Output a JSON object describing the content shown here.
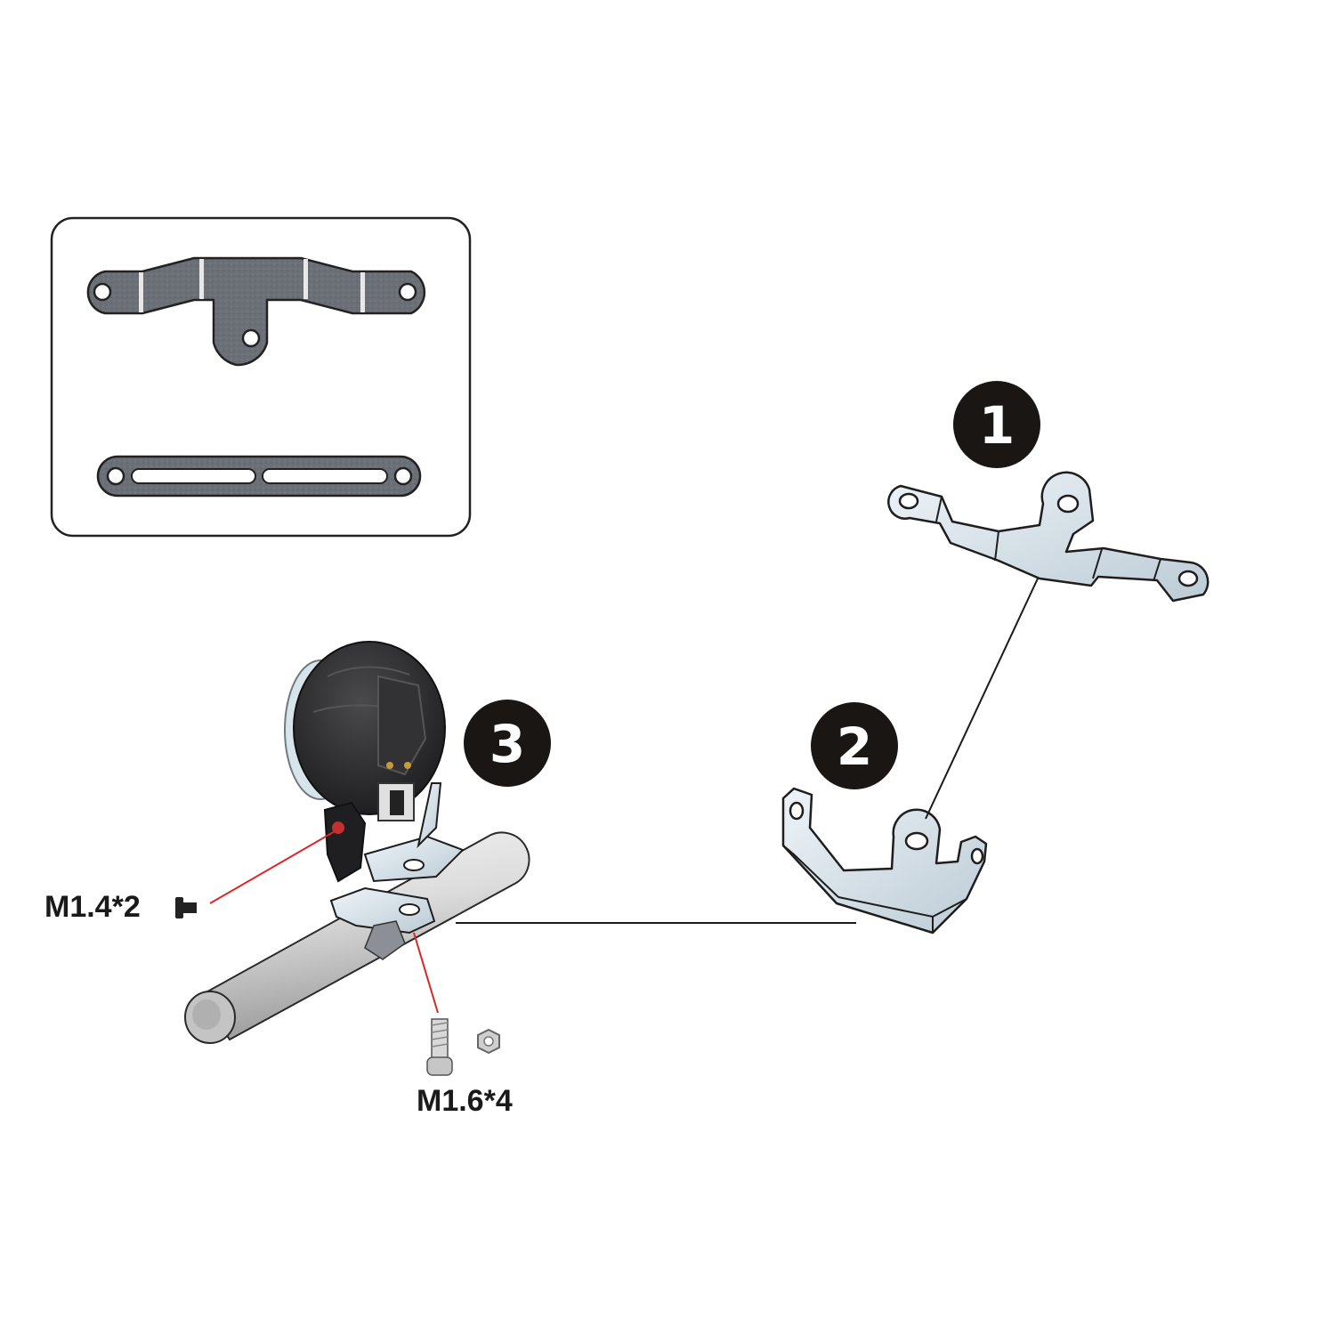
{
  "callouts": [
    {
      "number": "1",
      "part": "bracket-1"
    },
    {
      "number": "2",
      "part": "bracket-2"
    },
    {
      "number": "3",
      "part": "light-assembly"
    }
  ],
  "hardware": {
    "screw_small_label": "M1.4*2",
    "bolt_label": "M1.6*4"
  },
  "colors": {
    "badge": "#1a1614",
    "metal_light": "#dde8ef",
    "metal_dark": "#8fa0ab",
    "gasket": "#6b6f76",
    "lamp_body": "#2a2a2c",
    "leader_red": "#d92626",
    "leader_black": "#1a1a1a"
  }
}
